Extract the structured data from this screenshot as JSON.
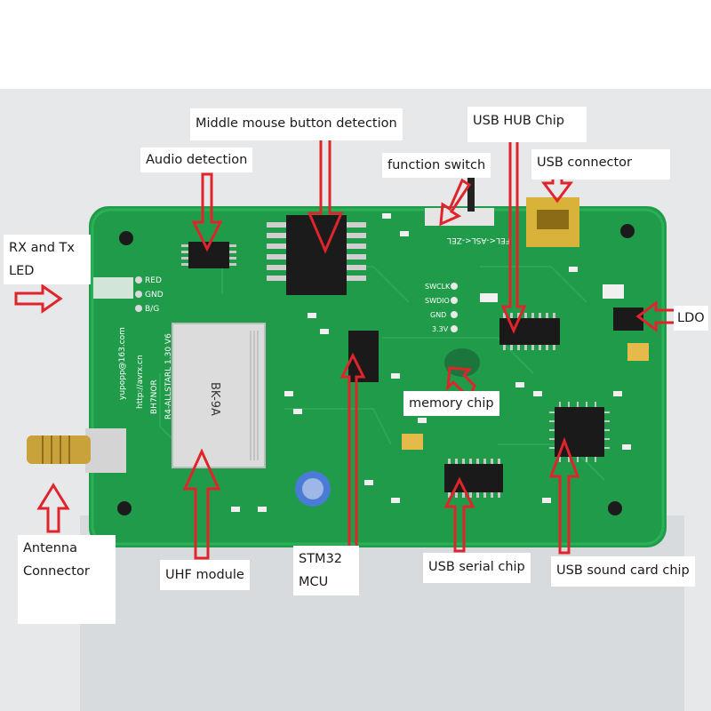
{
  "colors": {
    "background": "#ffffff",
    "pcb": "#1f9b4a",
    "pcb_dark": "#17803c",
    "arrow": "#e0242b",
    "label_bg": "#ffffff",
    "label_text": "#1a1a1a"
  },
  "silkscreen": {
    "led_red": "RED",
    "led_gnd": "GND",
    "led_bg": "B/G",
    "swclk": "SWCLK",
    "swdio": "SWDIO",
    "gnd": "GND",
    "v33": "3.3V",
    "website1": "yupopp@163.com",
    "website2": "http://avrx.cn",
    "board1": "BH7NOR",
    "board2": "R4-ALLSTARL 1.30 V6",
    "module": "BK-9A",
    "switch": "FEL<-ASL<-ZEL"
  },
  "labels": {
    "rx_tx_line1": "RX and Tx",
    "rx_tx_line2": "LED",
    "audio": "Audio detection",
    "middle_mouse": "Middle mouse button detection",
    "function_switch": "function switch",
    "usb_hub": "USB HUB Chip",
    "usb_connector": "USB connector",
    "ldo": "LDO",
    "memory": "memory chip",
    "antenna_line1": "Antenna",
    "antenna_line2": "Connector",
    "uhf": "UHF module",
    "stm32_line1": "STM32",
    "stm32_line2": "MCU",
    "usb_serial": "USB serial chip",
    "usb_sound": "USB sound card chip"
  }
}
